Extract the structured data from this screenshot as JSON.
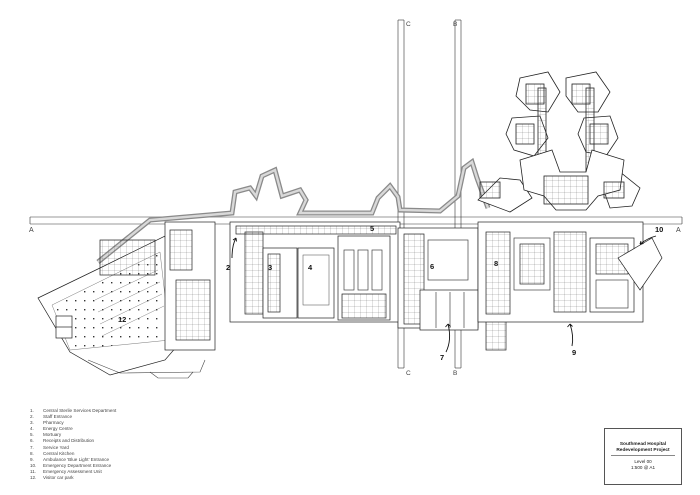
{
  "section_marks": {
    "a_left": "A",
    "a_right": "A",
    "b_top": "B",
    "b_bottom": "B",
    "c_top": "C",
    "c_bottom": "C"
  },
  "callouts": {
    "n2": "2",
    "n3": "3",
    "n4": "4",
    "n5": "5",
    "n6": "6",
    "n7": "7",
    "n8": "8",
    "n9": "9",
    "n10": "10",
    "n12": "12"
  },
  "legend": [
    {
      "num": "1.",
      "label": "Central Sterile Services Department"
    },
    {
      "num": "2.",
      "label": "Staff Entrance"
    },
    {
      "num": "3.",
      "label": "Pharmacy"
    },
    {
      "num": "4.",
      "label": "Energy Centre"
    },
    {
      "num": "5.",
      "label": "Mortuary"
    },
    {
      "num": "6.",
      "label": "Receipts and Distribution"
    },
    {
      "num": "7.",
      "label": "Service Yard"
    },
    {
      "num": "8.",
      "label": "Central Kitchen"
    },
    {
      "num": "9.",
      "label": "Ambulance 'Blue Light' Entrance"
    },
    {
      "num": "10.",
      "label": "Emergency Department Entrance"
    },
    {
      "num": "11.",
      "label": "Emergency Assessment Unit"
    },
    {
      "num": "12.",
      "label": "Visitor car park"
    }
  ],
  "title_block": {
    "title_line1": "Southmead Hospital",
    "title_line2": "Redevelopment Project",
    "level": "Level 00",
    "scale": "1:500 @ A1"
  },
  "colors": {
    "line": "#1a1a1a",
    "hatch": "#9a9a9a",
    "hatch_fill": "#cfcfcf",
    "background": "#ffffff"
  }
}
